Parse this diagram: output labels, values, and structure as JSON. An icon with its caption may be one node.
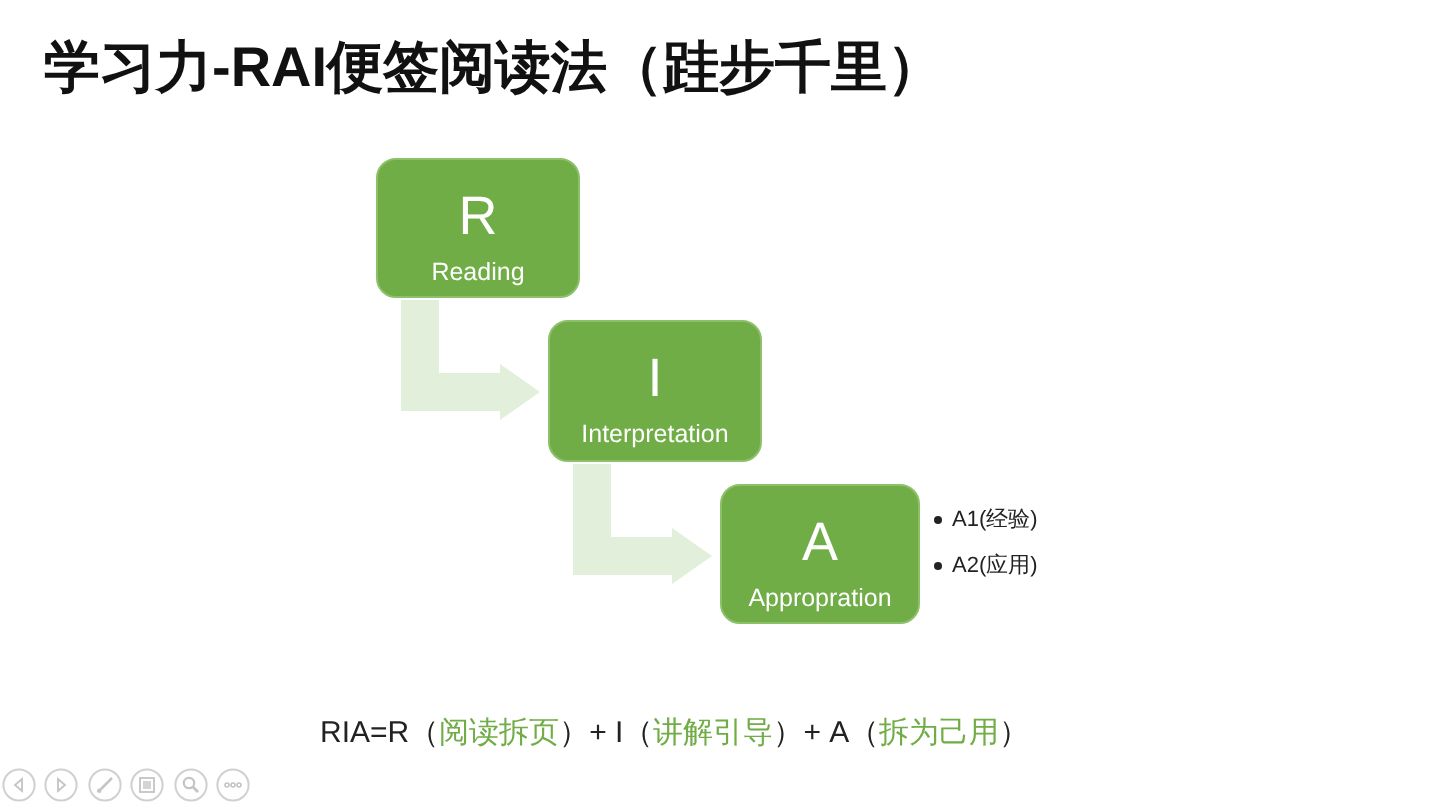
{
  "diagram": {
    "title": "学习力-RAI便签阅读法（跬步千里）",
    "nodes": [
      {
        "text": [
          "R",
          "Reading"
        ]
      },
      {
        "text": [
          "I",
          "Interpretation"
        ]
      },
      {
        "text": [
          "A",
          "Appropration"
        ],
        "beside": [
          "A1(经验)",
          "A2(应用)"
        ]
      }
    ],
    "edges": [
      {
        "from": 0,
        "to": 1,
        "arrow": "to"
      },
      {
        "from": 1,
        "to": 2,
        "arrow": "to"
      }
    ],
    "labels": [
      "RIA=R（*阅读拆页*）+ I（*讲解引导*）+ A（*拆为己用*）"
    ]
  }
}
